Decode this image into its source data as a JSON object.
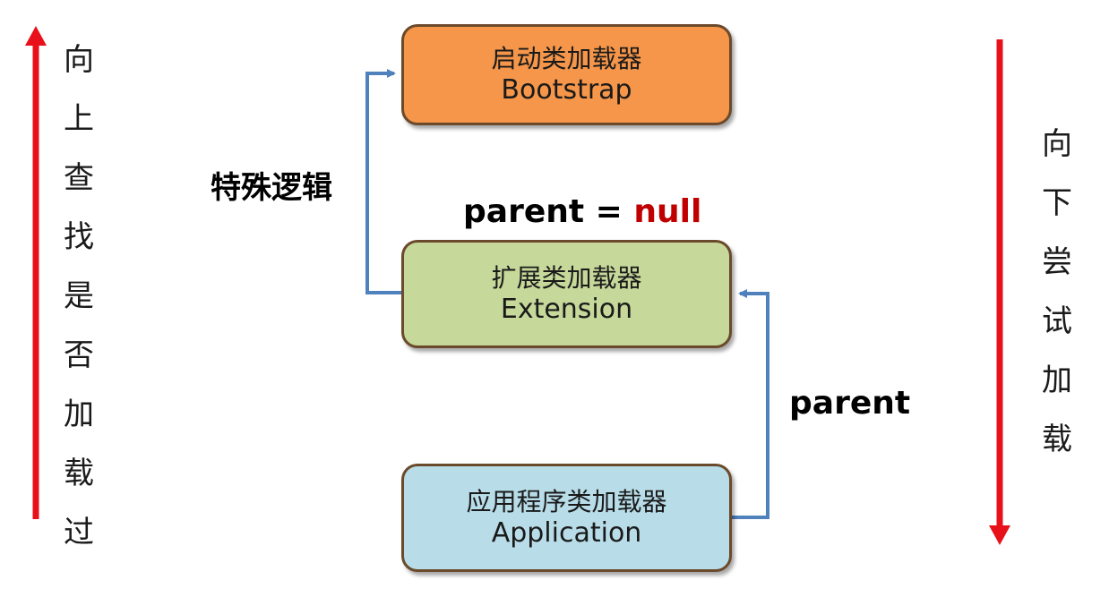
{
  "nodes": {
    "bootstrap": {
      "cn": "启动类加载器",
      "en": "Bootstrap",
      "fill": "#f5964a"
    },
    "extension": {
      "cn": "扩展类加载器",
      "en": "Extension",
      "fill": "#c6d89a"
    },
    "application": {
      "cn": "应用程序类加载器",
      "en": "Application",
      "fill": "#b8dde8"
    }
  },
  "labels": {
    "special_logic": "特殊逻辑",
    "parent_null_key": "parent",
    "parent_null_eq": "=",
    "parent_null_value": "null",
    "parent": "parent"
  },
  "left_side": {
    "chars": [
      "向",
      "上",
      "查",
      "找",
      "是",
      "否",
      "加",
      "载",
      "过"
    ]
  },
  "right_side": {
    "chars": [
      "向",
      "下",
      "尝",
      "试",
      "加",
      "载"
    ]
  },
  "colors": {
    "side_arrow": "#e8101a",
    "connector": "#4f81bd",
    "null_text": "#c00000",
    "node_border": "#6b4a2b"
  }
}
